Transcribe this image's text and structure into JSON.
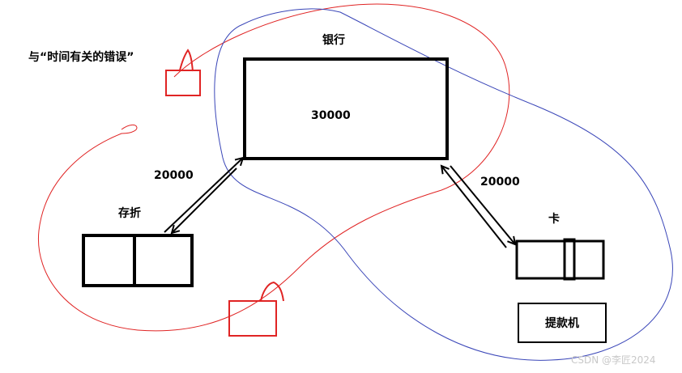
{
  "title_note": "与“时间有关的错误”",
  "bank": {
    "label": "银行",
    "amount": "30000"
  },
  "passbook": {
    "label": "存折",
    "transfer": "20000"
  },
  "card": {
    "label": "卡",
    "transfer": "20000"
  },
  "atm": {
    "label": "提款机"
  },
  "watermark": "CSDN @李匠2024",
  "colors": {
    "lock": "#e02424",
    "red_boundary": "#e02424",
    "blue_boundary": "#3a46b8",
    "ink": "#000000"
  },
  "icons": [
    "lock-icon",
    "lock-icon"
  ]
}
